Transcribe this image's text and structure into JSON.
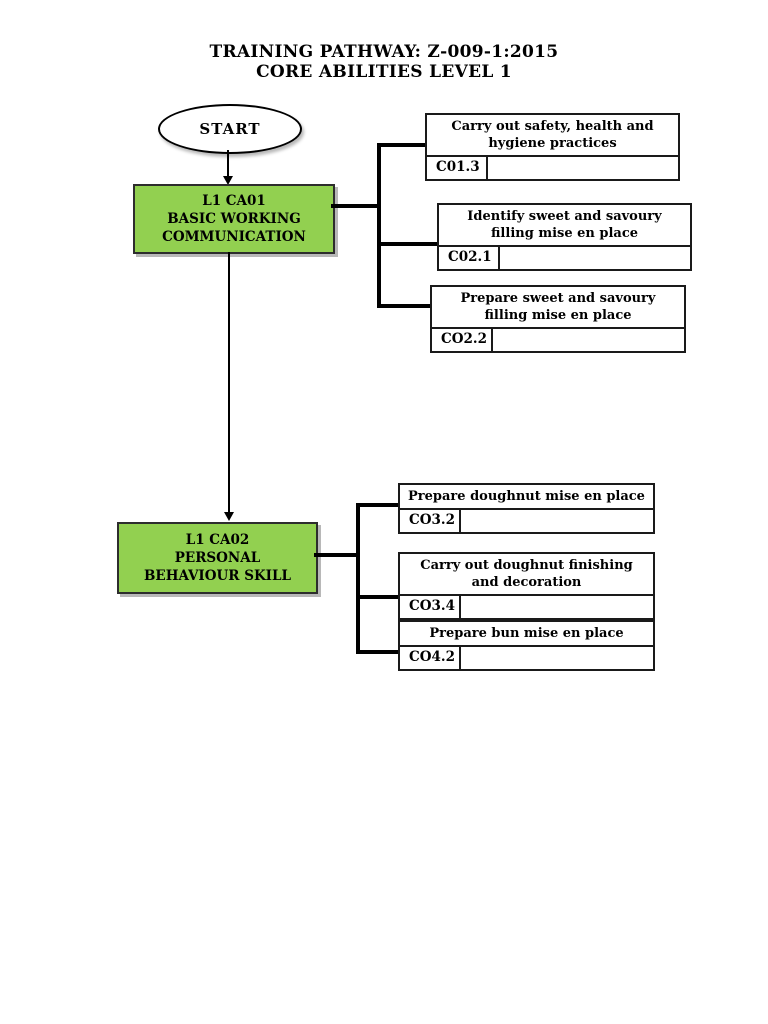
{
  "page": {
    "title_line1": "TRAINING PATHWAY: Z-009-1:2015",
    "title_line2": "CORE ABILITIES LEVEL 1"
  },
  "colors": {
    "module_fill": "#92d050",
    "module_border": "#2d2d2d",
    "line": "#000000",
    "box_border": "#1a1a1a",
    "shadow": "#b8b8b8",
    "background": "#ffffff"
  },
  "start": {
    "label": "START"
  },
  "modules": [
    {
      "code": "L1 CA01",
      "name": "BASIC WORKING COMMUNICATION"
    },
    {
      "code": "L1 CA02",
      "name": "PERSONAL BEHAVIOUR SKILL"
    }
  ],
  "courses": [
    {
      "code": "C01.3",
      "title": "Carry out safety, health and hygiene practices"
    },
    {
      "code": "C02.1",
      "title": "Identify sweet and savoury filling mise en place"
    },
    {
      "code": "CO2.2",
      "title": "Prepare sweet and savoury filling mise en place"
    },
    {
      "code": "CO3.2",
      "title": "Prepare doughnut mise en place"
    },
    {
      "code": "CO3.4",
      "title": "Carry out doughnut finishing and decoration"
    },
    {
      "code": "CO4.2",
      "title": "Prepare bun mise en place"
    }
  ]
}
